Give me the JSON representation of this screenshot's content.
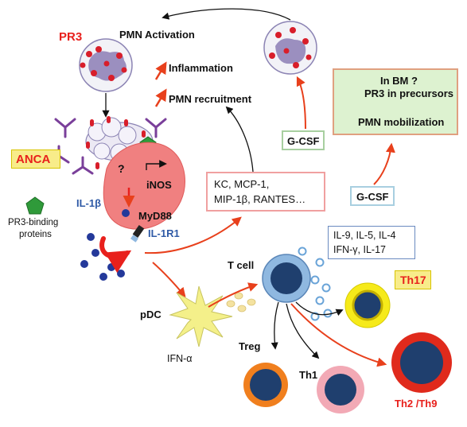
{
  "labels": {
    "pr3": "PR3",
    "pmn_activation": "PMN Activation",
    "inflammation": "Inflammation",
    "pmn_recruitment": "PMN recruitment",
    "anca": "ANCA",
    "question": "?",
    "inos": "iNOS",
    "il1b": "IL-1β",
    "myd88": "MyD88",
    "il1r1": "IL-1R1",
    "pr3_binding_proteins_line1": "PR3-binding",
    "pr3_binding_proteins_line2": "proteins",
    "chemokines_line1": "KC, MCP-1,",
    "chemokines_line2": "MIP-1β, RANTES…",
    "gcsf_top": "G-CSF",
    "gcsf_bottom": "G-CSF",
    "bm_line1": "In BM ?",
    "bm_line2": "PR3 in precursors",
    "bm_line3": "PMN mobilization",
    "cytokines_line1": "IL-9, IL-5, IL-4",
    "cytokines_line2": "IFN-γ, IL-17",
    "t_cell": "T cell",
    "th17": "Th17",
    "pdc": "pDC",
    "ifn_alpha": "IFN-α",
    "treg": "Treg",
    "th1": "Th1",
    "th2_th9": "Th2 /Th9"
  },
  "colors": {
    "red_arrow": "#e8401c",
    "granule_red": "#d81e2a",
    "nucleus_purple": "#9b8fbf",
    "cell_navy": "#1f3f6e",
    "tcell_blue": "#8fb8e0",
    "th17_yellow": "#f6ea1a",
    "treg_orange": "#f07f1e",
    "th1_pink": "#f2a9b5",
    "th2_red": "#e02a1c",
    "pdc_yellow": "#f4f08a",
    "macrophage_pink": "#f08080",
    "anca_fill": "#f8ec8a",
    "bm_fill": "#ddf2d0",
    "pentagon_green": "#2f9a3a",
    "antibody_purple": "#7a3f9a",
    "ligand_blue": "#24399a"
  }
}
